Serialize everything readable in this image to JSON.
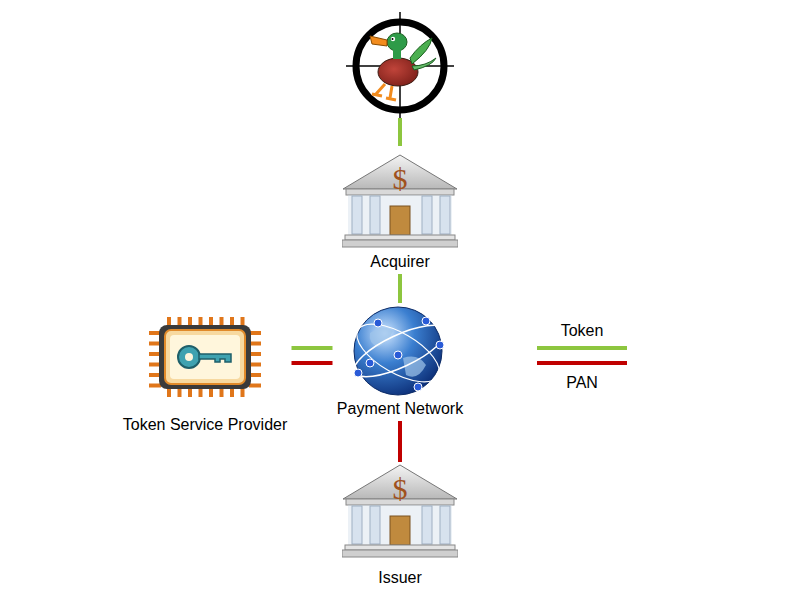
{
  "diagram": {
    "nodes": [
      {
        "text": [
          "$",
          "Acquirer"
        ]
      },
      {
        "text": [
          "Token Service Provider"
        ]
      },
      {
        "text": [
          "Payment Network"
        ]
      },
      {
        "text": [
          "$",
          "Issuer"
        ]
      }
    ],
    "edges": [
      {
        "from": 0,
        "to": 2,
        "arrow": "none"
      },
      {
        "from": 1,
        "to": 2,
        "arrow": "none"
      },
      {
        "from": 1,
        "to": 2,
        "arrow": "none"
      },
      {
        "from": 2,
        "to": 3,
        "arrow": "none"
      }
    ],
    "legend": [
      {
        "text": "Token"
      },
      {
        "text": "PAN"
      }
    ]
  }
}
